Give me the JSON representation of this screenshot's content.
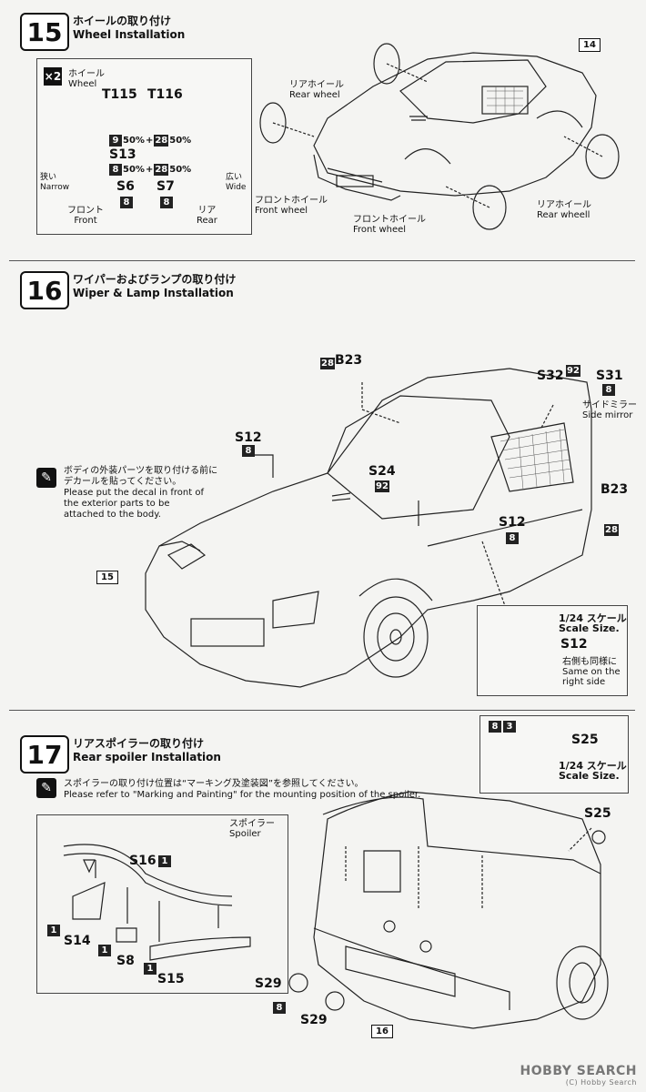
{
  "step15": {
    "number": "15",
    "title_ja": "ホイールの取り付け",
    "title_en": "Wheel Installation",
    "ref": "14",
    "inset": {
      "multiplier_x": "×",
      "multiplier_n": "2",
      "wheel_ja": "ホイール",
      "wheel_en": "Wheel",
      "t115": "T115",
      "t116": "T116",
      "s13": "S13",
      "s6": "S6",
      "s7": "S7",
      "mix1_a": "9",
      "mix1_a_pct": "50%",
      "mix1_b": "28",
      "mix1_b_pct": "50%",
      "mix2_a": "8",
      "mix2_a_pct": "50%",
      "mix2_b": "28",
      "mix2_b_pct": "50%",
      "plus": "+",
      "narrow_ja": "狭い",
      "narrow_en": "Narrow",
      "wide_ja": "広い",
      "wide_en": "Wide",
      "s6_color": "8",
      "s7_color": "8",
      "front_ja": "フロント",
      "front_en": "Front",
      "rear_ja": "リア",
      "rear_en": "Rear"
    },
    "rear_wheel_ja": "リアホイール",
    "rear_wheel_en": "Rear wheel",
    "front_wheel_left_ja": "フロントホイール",
    "front_wheel_left_en": "Front wheel",
    "front_wheel_mid_ja": "フロントホイール",
    "front_wheel_mid_en": "Front wheel",
    "rear_wheel2_ja": "リアホイール",
    "rear_wheel2_en": "Rear wheell"
  },
  "step16": {
    "number": "16",
    "title_ja": "ワイパーおよびランプの取り付け",
    "title_en": "Wiper & Lamp Installation",
    "ref": "15",
    "b23_top": "B23",
    "b23_top_color": "28",
    "s32": "S32",
    "s32_color": "92",
    "s31": "S31",
    "s31_color": "8",
    "side_mirror_ja": "サイドミラー",
    "side_mirror_en": "Side mirror",
    "s12_top": "S12",
    "s12_top_color": "8",
    "s24": "S24",
    "s24_color": "92",
    "b23_right": "B23",
    "b23_right_color": "28",
    "s12_right": "S12",
    "s12_right_color": "8",
    "note_ja_1": "ボディの外装パーツを取り付ける前に",
    "note_ja_2": "デカールを貼ってください。",
    "note_en_1": "Please put the decal in front of",
    "note_en_2": "the exterior parts to be",
    "note_en_3": "attached to the body.",
    "inset": {
      "scale_ja": "1/24 スケール",
      "scale_en": "Scale Size.",
      "s12": "S12",
      "same_ja": "右側も同様に",
      "same_en_1": "Same on the",
      "same_en_2": "right side"
    }
  },
  "step17": {
    "number": "17",
    "title_ja": "リアスポイラーの取り付け",
    "title_en": "Rear spoiler Installation",
    "note_ja": "スポイラーの取り付け位置は“マーキング及塗装図”を参照してください。",
    "note_en": "Please refer to \"Marking and Painting\" for the mounting position of the spoiler.",
    "spoiler_ja": "スポイラー",
    "spoiler_en": "Spoiler",
    "s16": "S16",
    "s16_color": "1",
    "s14": "S14",
    "s14_color": "1",
    "s8": "S8",
    "s8_color": "1",
    "s15": "S15",
    "s15_color": "1",
    "s29_a": "S29",
    "s29_b": "S29",
    "s29_color": "8",
    "s25_main": "S25",
    "ref": "16",
    "inset": {
      "c1": "8",
      "c2": "3",
      "s25": "S25",
      "scale_ja": "1/24 スケール",
      "scale_en": "Scale Size."
    }
  },
  "watermark": "HOBBY SEARCH",
  "watermark_sub": "(C) Hobby Search"
}
